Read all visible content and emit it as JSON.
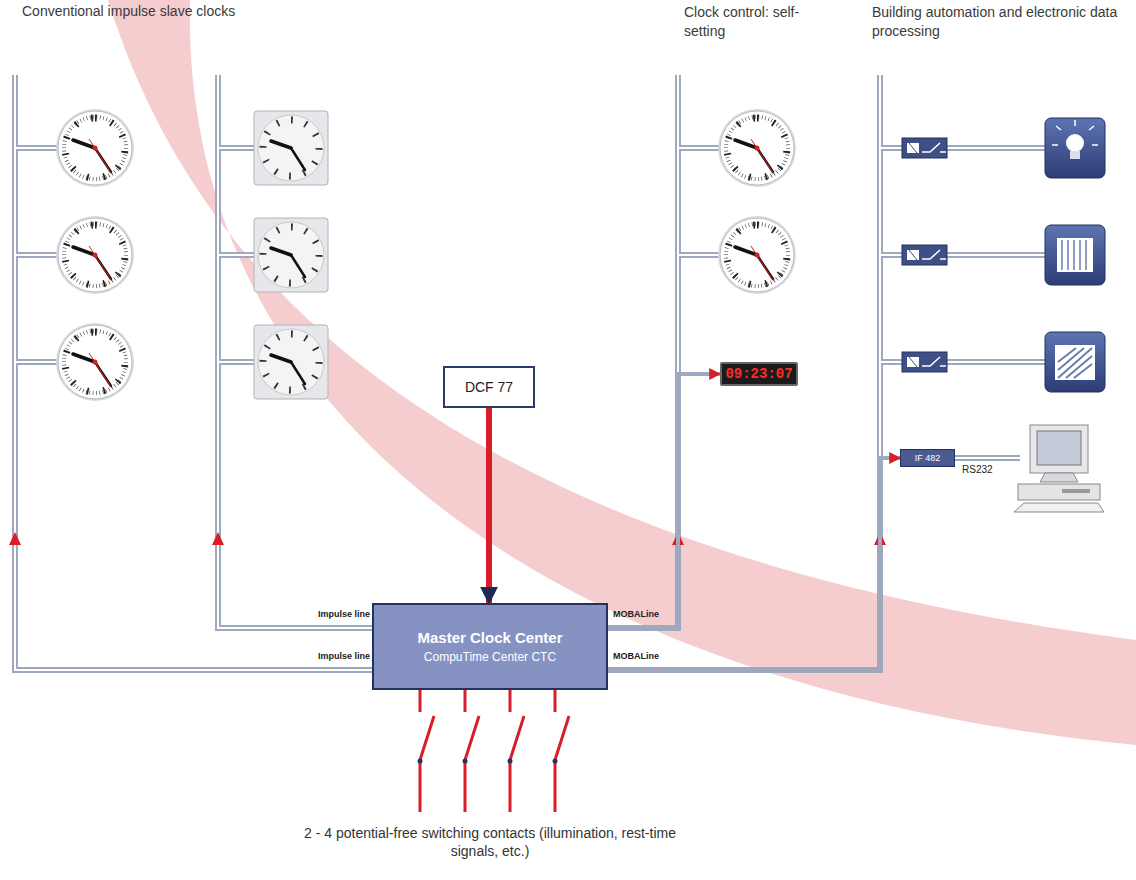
{
  "diagram": {
    "nodes": [
      {
        "text": [
          "DCF 77"
        ]
      },
      {
        "text": [
          "Master Clock Center",
          "CompuTime Center CTC"
        ]
      },
      {
        "text": [
          "09:23:07"
        ]
      },
      {
        "text": [
          "IF 482"
        ]
      }
    ],
    "edges": [
      {
        "from": 0,
        "to": 1,
        "arrow": "to"
      },
      {
        "from": 1,
        "to": 2,
        "arrow": "to"
      },
      {
        "from": 1,
        "to": 3,
        "arrow": "to"
      }
    ],
    "labels": [
      "Conventional impulse slave clocks",
      "Clock control: self-setting",
      "Building automation and electronic data processing",
      "Impulse line",
      "Impulse line",
      "MOBALine",
      "MOBALine",
      "RS232",
      "2 - 4 potential-free switching contacts (illumination, rest-time signals, etc.)"
    ]
  }
}
